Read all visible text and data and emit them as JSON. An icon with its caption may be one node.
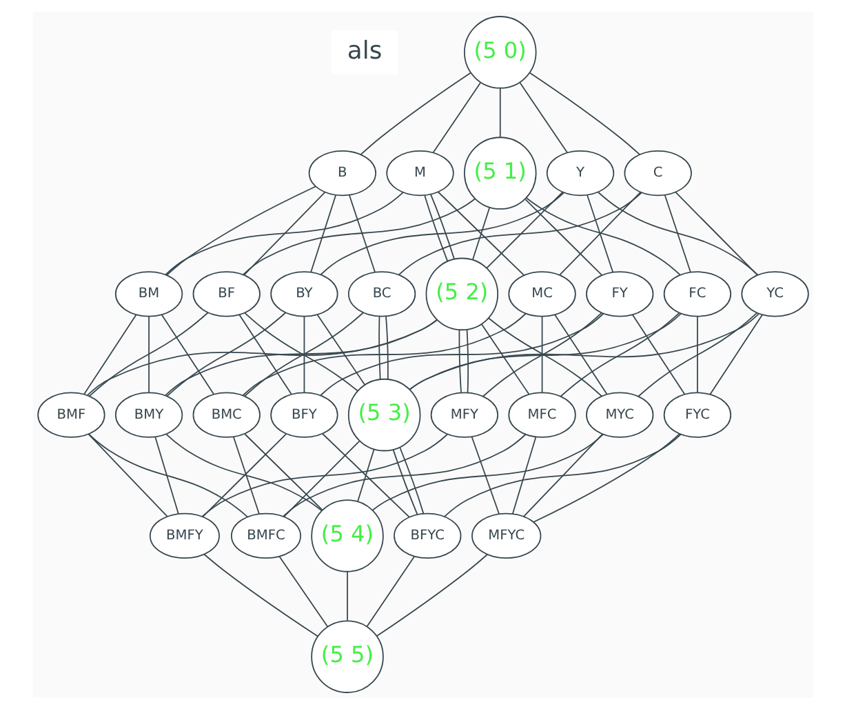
{
  "diagram": {
    "nodes": [
      {
        "text": [
          "(5 0)"
        ]
      },
      {
        "text": [
          "B"
        ]
      },
      {
        "text": [
          "M"
        ]
      },
      {
        "text": [
          "(5 1)"
        ]
      },
      {
        "text": [
          "Y"
        ]
      },
      {
        "text": [
          "C"
        ]
      },
      {
        "text": [
          "BM"
        ]
      },
      {
        "text": [
          "BF"
        ]
      },
      {
        "text": [
          "BY"
        ]
      },
      {
        "text": [
          "BC"
        ]
      },
      {
        "text": [
          "(5 2)"
        ]
      },
      {
        "text": [
          "MC"
        ]
      },
      {
        "text": [
          "FY"
        ]
      },
      {
        "text": [
          "FC"
        ]
      },
      {
        "text": [
          "YC"
        ]
      },
      {
        "text": [
          "BMF"
        ]
      },
      {
        "text": [
          "BMY"
        ]
      },
      {
        "text": [
          "BMC"
        ]
      },
      {
        "text": [
          "BFY"
        ]
      },
      {
        "text": [
          "(5 3)"
        ]
      },
      {
        "text": [
          "MFY"
        ]
      },
      {
        "text": [
          "MFC"
        ]
      },
      {
        "text": [
          "MYC"
        ]
      },
      {
        "text": [
          "FYC"
        ]
      },
      {
        "text": [
          "BMFY"
        ]
      },
      {
        "text": [
          "BMFC"
        ]
      },
      {
        "text": [
          "(5 4)"
        ]
      },
      {
        "text": [
          "BFYC"
        ]
      },
      {
        "text": [
          "MFYC"
        ]
      },
      {
        "text": [
          "(5 5)"
        ]
      }
    ],
    "edges": [
      {
        "from": 0,
        "to": 1,
        "arrow": "none"
      },
      {
        "from": 0,
        "to": 2,
        "arrow": "none"
      },
      {
        "from": 0,
        "to": 3,
        "arrow": "none"
      },
      {
        "from": 0,
        "to": 4,
        "arrow": "none"
      },
      {
        "from": 0,
        "to": 5,
        "arrow": "none"
      },
      {
        "from": 1,
        "to": 6,
        "arrow": "none"
      },
      {
        "from": 1,
        "to": 7,
        "arrow": "none"
      },
      {
        "from": 1,
        "to": 8,
        "arrow": "none"
      },
      {
        "from": 1,
        "to": 9,
        "arrow": "none"
      },
      {
        "from": 2,
        "to": 6,
        "arrow": "none"
      },
      {
        "from": 2,
        "to": 10,
        "arrow": "none"
      },
      {
        "from": 2,
        "to": 10,
        "arrow": "none"
      },
      {
        "from": 2,
        "to": 11,
        "arrow": "none"
      },
      {
        "from": 3,
        "to": 7,
        "arrow": "none"
      },
      {
        "from": 3,
        "to": 10,
        "arrow": "none"
      },
      {
        "from": 3,
        "to": 12,
        "arrow": "none"
      },
      {
        "from": 3,
        "to": 13,
        "arrow": "none"
      },
      {
        "from": 4,
        "to": 8,
        "arrow": "none"
      },
      {
        "from": 4,
        "to": 10,
        "arrow": "none"
      },
      {
        "from": 4,
        "to": 12,
        "arrow": "none"
      },
      {
        "from": 4,
        "to": 14,
        "arrow": "none"
      },
      {
        "from": 5,
        "to": 9,
        "arrow": "none"
      },
      {
        "from": 5,
        "to": 11,
        "arrow": "none"
      },
      {
        "from": 5,
        "to": 13,
        "arrow": "none"
      },
      {
        "from": 5,
        "to": 14,
        "arrow": "none"
      },
      {
        "from": 6,
        "to": 15,
        "arrow": "none"
      },
      {
        "from": 6,
        "to": 16,
        "arrow": "none"
      },
      {
        "from": 6,
        "to": 17,
        "arrow": "none"
      },
      {
        "from": 7,
        "to": 15,
        "arrow": "none"
      },
      {
        "from": 7,
        "to": 18,
        "arrow": "none"
      },
      {
        "from": 7,
        "to": 19,
        "arrow": "none"
      },
      {
        "from": 8,
        "to": 16,
        "arrow": "none"
      },
      {
        "from": 8,
        "to": 18,
        "arrow": "none"
      },
      {
        "from": 8,
        "to": 19,
        "arrow": "none"
      },
      {
        "from": 9,
        "to": 17,
        "arrow": "none"
      },
      {
        "from": 9,
        "to": 19,
        "arrow": "none"
      },
      {
        "from": 9,
        "to": 19,
        "arrow": "none"
      },
      {
        "from": 10,
        "to": 15,
        "arrow": "none"
      },
      {
        "from": 10,
        "to": 20,
        "arrow": "none"
      },
      {
        "from": 10,
        "to": 21,
        "arrow": "none"
      },
      {
        "from": 10,
        "to": 16,
        "arrow": "none"
      },
      {
        "from": 10,
        "to": 20,
        "arrow": "none"
      },
      {
        "from": 10,
        "to": 22,
        "arrow": "none"
      },
      {
        "from": 11,
        "to": 17,
        "arrow": "none"
      },
      {
        "from": 11,
        "to": 21,
        "arrow": "none"
      },
      {
        "from": 11,
        "to": 22,
        "arrow": "none"
      },
      {
        "from": 12,
        "to": 18,
        "arrow": "none"
      },
      {
        "from": 12,
        "to": 20,
        "arrow": "none"
      },
      {
        "from": 12,
        "to": 23,
        "arrow": "none"
      },
      {
        "from": 13,
        "to": 19,
        "arrow": "none"
      },
      {
        "from": 13,
        "to": 21,
        "arrow": "none"
      },
      {
        "from": 13,
        "to": 23,
        "arrow": "none"
      },
      {
        "from": 14,
        "to": 19,
        "arrow": "none"
      },
      {
        "from": 14,
        "to": 22,
        "arrow": "none"
      },
      {
        "from": 14,
        "to": 23,
        "arrow": "none"
      },
      {
        "from": 15,
        "to": 24,
        "arrow": "none"
      },
      {
        "from": 15,
        "to": 25,
        "arrow": "none"
      },
      {
        "from": 16,
        "to": 24,
        "arrow": "none"
      },
      {
        "from": 16,
        "to": 26,
        "arrow": "none"
      },
      {
        "from": 17,
        "to": 25,
        "arrow": "none"
      },
      {
        "from": 17,
        "to": 26,
        "arrow": "none"
      },
      {
        "from": 18,
        "to": 24,
        "arrow": "none"
      },
      {
        "from": 18,
        "to": 27,
        "arrow": "none"
      },
      {
        "from": 19,
        "to": 25,
        "arrow": "none"
      },
      {
        "from": 19,
        "to": 27,
        "arrow": "none"
      },
      {
        "from": 19,
        "to": 26,
        "arrow": "none"
      },
      {
        "from": 19,
        "to": 27,
        "arrow": "none"
      },
      {
        "from": 20,
        "to": 24,
        "arrow": "none"
      },
      {
        "from": 20,
        "to": 28,
        "arrow": "none"
      },
      {
        "from": 21,
        "to": 25,
        "arrow": "none"
      },
      {
        "from": 21,
        "to": 28,
        "arrow": "none"
      },
      {
        "from": 22,
        "to": 26,
        "arrow": "none"
      },
      {
        "from": 22,
        "to": 28,
        "arrow": "none"
      },
      {
        "from": 23,
        "to": 27,
        "arrow": "none"
      },
      {
        "from": 23,
        "to": 28,
        "arrow": "none"
      },
      {
        "from": 24,
        "to": 29,
        "arrow": "none"
      },
      {
        "from": 25,
        "to": 29,
        "arrow": "none"
      },
      {
        "from": 26,
        "to": 29,
        "arrow": "none"
      },
      {
        "from": 27,
        "to": 29,
        "arrow": "none"
      },
      {
        "from": 28,
        "to": 29,
        "arrow": "none"
      }
    ],
    "labels": [
      "als"
    ]
  }
}
